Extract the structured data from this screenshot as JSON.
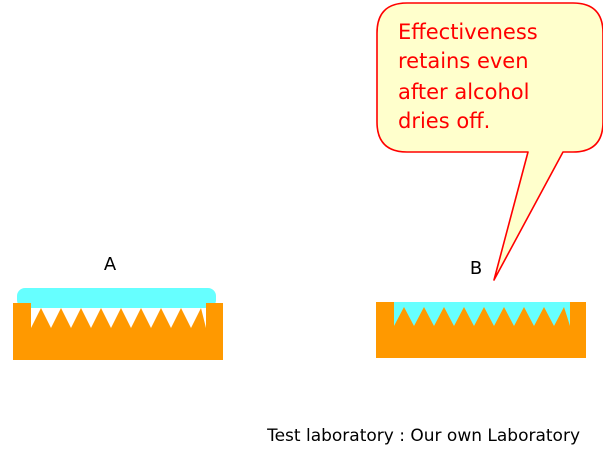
{
  "diagram": {
    "label_a": "A",
    "label_b": "B",
    "callout_lines": [
      "Effectiveness",
      "retains even",
      "after alcohol",
      "dries off."
    ],
    "footer": "Test laboratory : Our own Laboratory"
  },
  "colors": {
    "substrate": "#FF9900",
    "liquid_film": "#66FFFF",
    "callout_fill": "#FFFFCC",
    "callout_stroke": "#FF0000",
    "callout_text": "#FF0000"
  }
}
